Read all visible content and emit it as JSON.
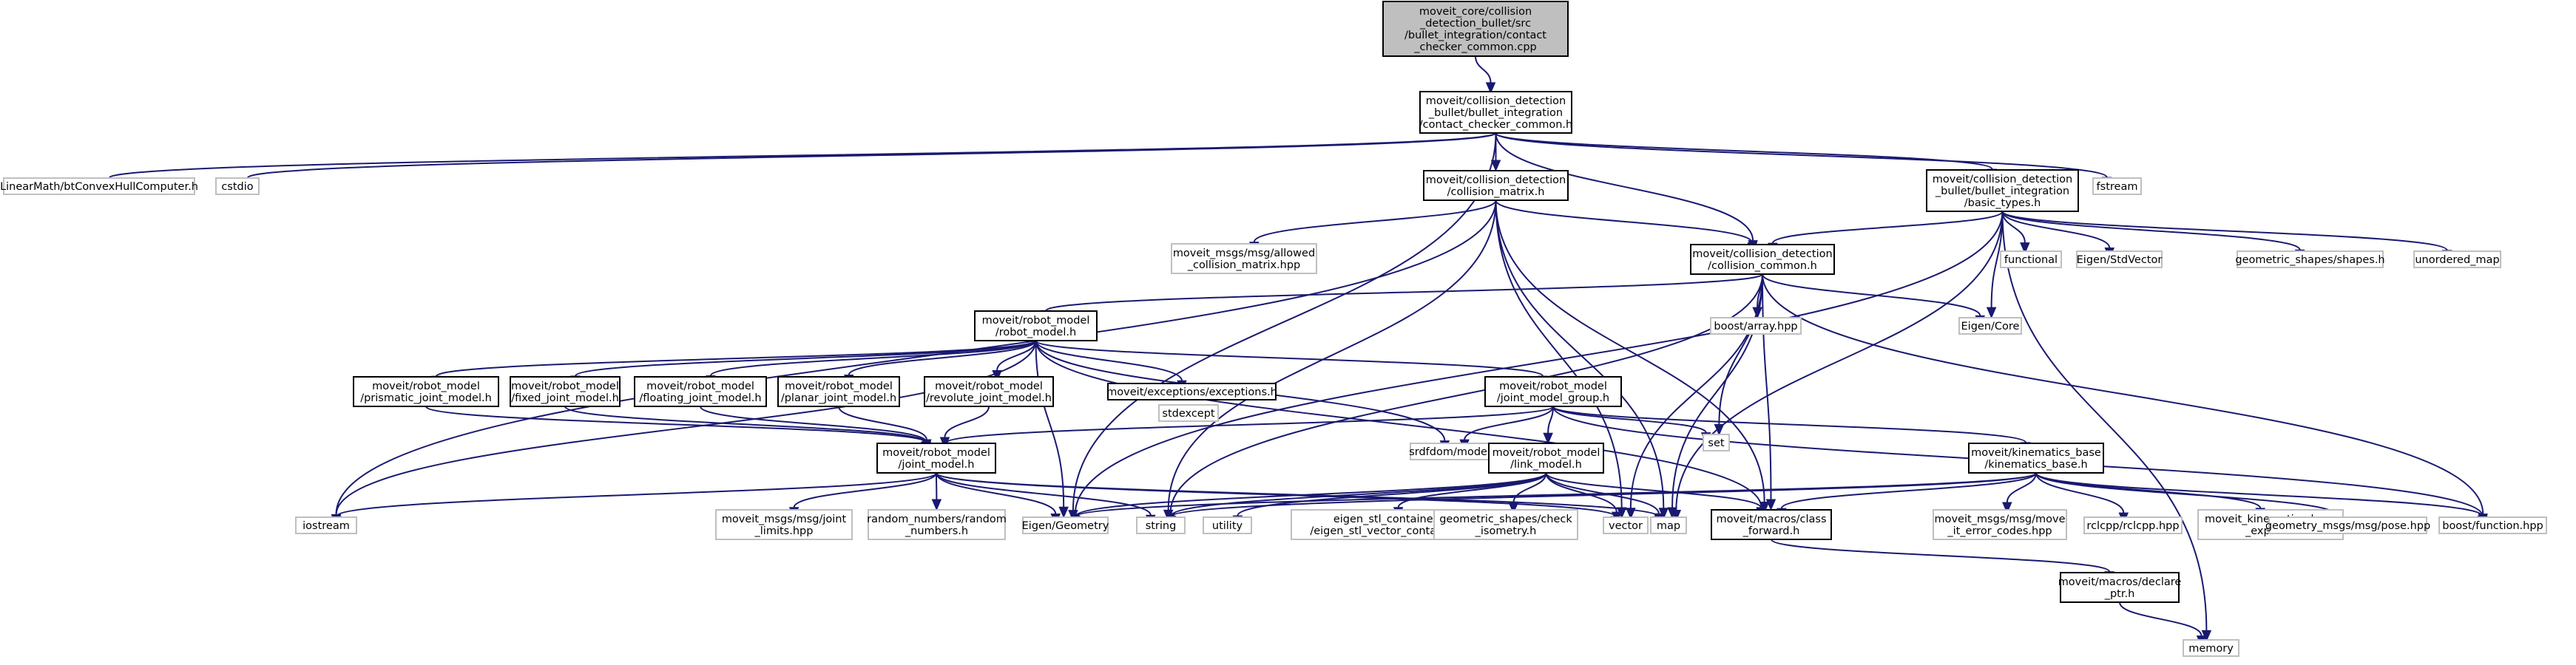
{
  "title": "",
  "colors": {
    "edge": "#191970",
    "project_border": "#000000",
    "external_border": "#bfbfbf",
    "root_fill": "#bfbfbf",
    "background": "#ffffff"
  },
  "nodes": [
    {
      "id": "root",
      "kind": "root",
      "lines": [
        "moveit_core/collision",
        "_detection_bullet/src",
        "/bullet_integration/contact",
        "_checker_common.cpp"
      ]
    },
    {
      "id": "contact_checker_common_h",
      "kind": "project",
      "lines": [
        "moveit/collision_detection",
        "_bullet/bullet_integration",
        "/contact_checker_common.h"
      ]
    },
    {
      "id": "bt_convex_hull",
      "kind": "external",
      "lines": [
        "LinearMath/btConvexHullComputer.h"
      ]
    },
    {
      "id": "cstdio",
      "kind": "external",
      "lines": [
        "cstdio"
      ]
    },
    {
      "id": "collision_matrix_h",
      "kind": "project",
      "lines": [
        "moveit/collision_detection",
        "/collision_matrix.h"
      ]
    },
    {
      "id": "basic_types_h",
      "kind": "project",
      "lines": [
        "moveit/collision_detection",
        "_bullet/bullet_integration",
        "/basic_types.h"
      ]
    },
    {
      "id": "fstream",
      "kind": "external",
      "lines": [
        "fstream"
      ]
    },
    {
      "id": "allowed_collision_matrix",
      "kind": "external",
      "lines": [
        "moveit_msgs/msg/allowed",
        "_collision_matrix.hpp"
      ]
    },
    {
      "id": "collision_common_h",
      "kind": "project",
      "lines": [
        "moveit/collision_detection",
        "/collision_common.h"
      ]
    },
    {
      "id": "functional",
      "kind": "external",
      "lines": [
        "functional"
      ]
    },
    {
      "id": "eigen_stdvector",
      "kind": "external",
      "lines": [
        "Eigen/StdVector"
      ]
    },
    {
      "id": "shapes_h",
      "kind": "external",
      "lines": [
        "geometric_shapes/shapes.h"
      ]
    },
    {
      "id": "unordered_map",
      "kind": "external",
      "lines": [
        "unordered_map"
      ]
    },
    {
      "id": "robot_model_h",
      "kind": "project",
      "lines": [
        "moveit/robot_model",
        "/robot_model.h"
      ]
    },
    {
      "id": "boost_array",
      "kind": "external",
      "lines": [
        "boost/array.hpp"
      ]
    },
    {
      "id": "eigen_core",
      "kind": "external",
      "lines": [
        "Eigen/Core"
      ]
    },
    {
      "id": "prismatic",
      "kind": "project",
      "lines": [
        "moveit/robot_model",
        "/prismatic_joint_model.h"
      ]
    },
    {
      "id": "fixed",
      "kind": "project",
      "lines": [
        "moveit/robot_model",
        "/fixed_joint_model.h"
      ]
    },
    {
      "id": "floating",
      "kind": "project",
      "lines": [
        "moveit/robot_model",
        "/floating_joint_model.h"
      ]
    },
    {
      "id": "planar",
      "kind": "project",
      "lines": [
        "moveit/robot_model",
        "/planar_joint_model.h"
      ]
    },
    {
      "id": "revolute",
      "kind": "project",
      "lines": [
        "moveit/robot_model",
        "/revolute_joint_model.h"
      ]
    },
    {
      "id": "exceptions_h",
      "kind": "project",
      "lines": [
        "moveit/exceptions/exceptions.h"
      ]
    },
    {
      "id": "joint_model_group_h",
      "kind": "project",
      "lines": [
        "moveit/robot_model",
        "/joint_model_group.h"
      ]
    },
    {
      "id": "stdexcept",
      "kind": "external",
      "lines": [
        "stdexcept"
      ]
    },
    {
      "id": "srdfdom_model",
      "kind": "external",
      "lines": [
        "srdfdom/model.h"
      ]
    },
    {
      "id": "set",
      "kind": "external",
      "lines": [
        "set"
      ]
    },
    {
      "id": "kinematics_base_h",
      "kind": "project",
      "lines": [
        "moveit/kinematics_base",
        "/kinematics_base.h"
      ]
    },
    {
      "id": "joint_model_h",
      "kind": "project",
      "lines": [
        "moveit/robot_model",
        "/joint_model.h"
      ]
    },
    {
      "id": "link_model_h",
      "kind": "project",
      "lines": [
        "moveit/robot_model",
        "/link_model.h"
      ]
    },
    {
      "id": "iostream",
      "kind": "external",
      "lines": [
        "iostream"
      ]
    },
    {
      "id": "joint_limits",
      "kind": "external",
      "lines": [
        "moveit_msgs/msg/joint",
        "_limits.hpp"
      ]
    },
    {
      "id": "random_numbers",
      "kind": "external",
      "lines": [
        "random_numbers/random",
        "_numbers.h"
      ]
    },
    {
      "id": "eigen_geometry",
      "kind": "external",
      "lines": [
        "Eigen/Geometry"
      ]
    },
    {
      "id": "string",
      "kind": "external",
      "lines": [
        "string"
      ]
    },
    {
      "id": "utility",
      "kind": "external",
      "lines": [
        "utility"
      ]
    },
    {
      "id": "eigen_stl",
      "kind": "external",
      "lines": [
        "eigen_stl_containers",
        "/eigen_stl_vector_container.h"
      ]
    },
    {
      "id": "check_isometry",
      "kind": "external",
      "lines": [
        "geometric_shapes/check",
        "_isometry.h"
      ]
    },
    {
      "id": "vector",
      "kind": "external",
      "lines": [
        "vector"
      ]
    },
    {
      "id": "map",
      "kind": "external",
      "lines": [
        "map"
      ]
    },
    {
      "id": "class_forward_h",
      "kind": "project",
      "lines": [
        "moveit/macros/class",
        "_forward.h"
      ]
    },
    {
      "id": "move_it_error_codes",
      "kind": "external",
      "lines": [
        "moveit_msgs/msg/move",
        "_it_error_codes.hpp"
      ]
    },
    {
      "id": "rclcpp",
      "kind": "external",
      "lines": [
        "rclcpp/rclcpp.hpp"
      ]
    },
    {
      "id": "kinematics_base_export",
      "kind": "external",
      "lines": [
        "moveit_kinematics_base",
        "_export.h"
      ]
    },
    {
      "id": "pose_hpp",
      "kind": "external",
      "lines": [
        "geometry_msgs/msg/pose.hpp"
      ]
    },
    {
      "id": "boost_function",
      "kind": "external",
      "lines": [
        "boost/function.hpp"
      ]
    },
    {
      "id": "declare_ptr_h",
      "kind": "project",
      "lines": [
        "moveit/macros/declare",
        "_ptr.h"
      ]
    },
    {
      "id": "memory",
      "kind": "external",
      "lines": [
        "memory"
      ]
    }
  ],
  "edges": [
    [
      "root",
      "contact_checker_common_h"
    ],
    [
      "contact_checker_common_h",
      "bt_convex_hull"
    ],
    [
      "contact_checker_common_h",
      "cstdio"
    ],
    [
      "contact_checker_common_h",
      "collision_matrix_h"
    ],
    [
      "contact_checker_common_h",
      "basic_types_h"
    ],
    [
      "contact_checker_common_h",
      "fstream"
    ],
    [
      "contact_checker_common_h",
      "collision_common_h"
    ],
    [
      "contact_checker_common_h",
      "eigen_geometry"
    ],
    [
      "collision_matrix_h",
      "allowed_collision_matrix"
    ],
    [
      "collision_matrix_h",
      "collision_common_h"
    ],
    [
      "collision_matrix_h",
      "iostream"
    ],
    [
      "collision_matrix_h",
      "string"
    ],
    [
      "collision_matrix_h",
      "vector"
    ],
    [
      "collision_matrix_h",
      "map"
    ],
    [
      "collision_matrix_h",
      "class_forward_h"
    ],
    [
      "basic_types_h",
      "collision_common_h"
    ],
    [
      "basic_types_h",
      "functional"
    ],
    [
      "basic_types_h",
      "eigen_stdvector"
    ],
    [
      "basic_types_h",
      "shapes_h"
    ],
    [
      "basic_types_h",
      "unordered_map"
    ],
    [
      "basic_types_h",
      "eigen_core"
    ],
    [
      "basic_types_h",
      "eigen_geometry"
    ],
    [
      "basic_types_h",
      "map"
    ],
    [
      "basic_types_h",
      "memory"
    ],
    [
      "collision_common_h",
      "robot_model_h"
    ],
    [
      "collision_common_h",
      "boost_array"
    ],
    [
      "collision_common_h",
      "eigen_core"
    ],
    [
      "collision_common_h",
      "set"
    ],
    [
      "collision_common_h",
      "string"
    ],
    [
      "collision_common_h",
      "vector"
    ],
    [
      "collision_common_h",
      "map"
    ],
    [
      "collision_common_h",
      "class_forward_h"
    ],
    [
      "collision_common_h",
      "boost_function"
    ],
    [
      "robot_model_h",
      "prismatic"
    ],
    [
      "robot_model_h",
      "fixed"
    ],
    [
      "robot_model_h",
      "floating"
    ],
    [
      "robot_model_h",
      "planar"
    ],
    [
      "robot_model_h",
      "revolute"
    ],
    [
      "robot_model_h",
      "exceptions_h"
    ],
    [
      "robot_model_h",
      "joint_model_group_h"
    ],
    [
      "robot_model_h",
      "srdfdom_model"
    ],
    [
      "robot_model_h",
      "iostream"
    ],
    [
      "robot_model_h",
      "eigen_geometry"
    ],
    [
      "robot_model_h",
      "class_forward_h"
    ],
    [
      "prismatic",
      "joint_model_h"
    ],
    [
      "fixed",
      "joint_model_h"
    ],
    [
      "floating",
      "joint_model_h"
    ],
    [
      "planar",
      "joint_model_h"
    ],
    [
      "revolute",
      "joint_model_h"
    ],
    [
      "exceptions_h",
      "stdexcept"
    ],
    [
      "joint_model_group_h",
      "joint_model_h"
    ],
    [
      "joint_model_group_h",
      "link_model_h"
    ],
    [
      "joint_model_group_h",
      "srdfdom_model"
    ],
    [
      "joint_model_group_h",
      "set"
    ],
    [
      "joint_model_group_h",
      "kinematics_base_h"
    ],
    [
      "joint_model_group_h",
      "boost_function"
    ],
    [
      "joint_model_h",
      "iostream"
    ],
    [
      "joint_model_h",
      "joint_limits"
    ],
    [
      "joint_model_h",
      "random_numbers"
    ],
    [
      "joint_model_h",
      "eigen_geometry"
    ],
    [
      "joint_model_h",
      "string"
    ],
    [
      "joint_model_h",
      "vector"
    ],
    [
      "joint_model_h",
      "map"
    ],
    [
      "link_model_h",
      "eigen_geometry"
    ],
    [
      "link_model_h",
      "string"
    ],
    [
      "link_model_h",
      "utility"
    ],
    [
      "link_model_h",
      "eigen_stl"
    ],
    [
      "link_model_h",
      "check_isometry"
    ],
    [
      "link_model_h",
      "vector"
    ],
    [
      "link_model_h",
      "map"
    ],
    [
      "link_model_h",
      "class_forward_h"
    ],
    [
      "kinematics_base_h",
      "eigen_geometry"
    ],
    [
      "kinematics_base_h",
      "string"
    ],
    [
      "kinematics_base_h",
      "class_forward_h"
    ],
    [
      "kinematics_base_h",
      "move_it_error_codes"
    ],
    [
      "kinematics_base_h",
      "rclcpp"
    ],
    [
      "kinematics_base_h",
      "kinematics_base_export"
    ],
    [
      "kinematics_base_h",
      "pose_hpp"
    ],
    [
      "kinematics_base_h",
      "boost_function"
    ],
    [
      "class_forward_h",
      "declare_ptr_h"
    ],
    [
      "declare_ptr_h",
      "memory"
    ]
  ]
}
